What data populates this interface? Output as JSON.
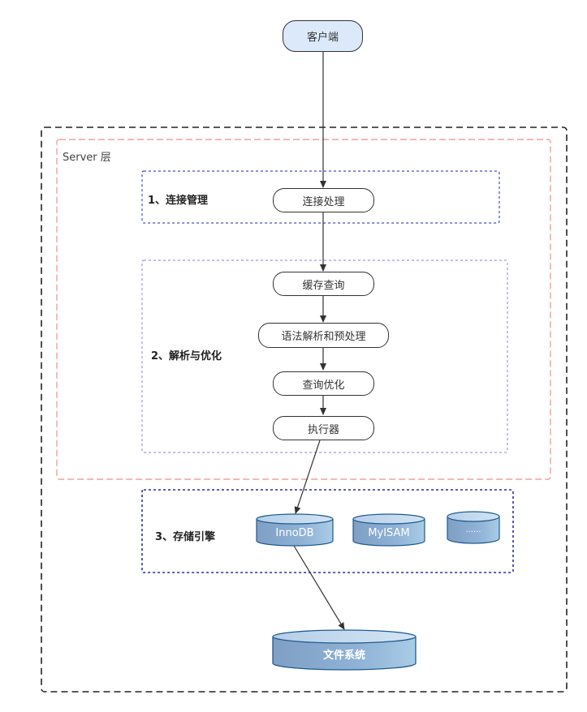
{
  "client": {
    "label": "客户端"
  },
  "server": {
    "title": "Server 层"
  },
  "sections": {
    "connection": {
      "title": "1、连接管理",
      "nodes": [
        "连接处理"
      ]
    },
    "parsing": {
      "title": "2、解析与优化",
      "nodes": [
        "缓存查询",
        "语法解析和预处理",
        "查询优化",
        "执行器"
      ]
    },
    "storage": {
      "title": "3、存储引擎",
      "engines": [
        "InnoDB",
        "MyISAM",
        "......"
      ]
    }
  },
  "filesystem": {
    "label": "文件系统"
  },
  "colors": {
    "client_fill": "#dbe9fb",
    "server_border": "#f0a0a0",
    "section_border": "#3333cc",
    "cylinder_light": "#a9c8e6",
    "cylinder_dark": "#7fa6cf",
    "outer_border": "#222222"
  }
}
